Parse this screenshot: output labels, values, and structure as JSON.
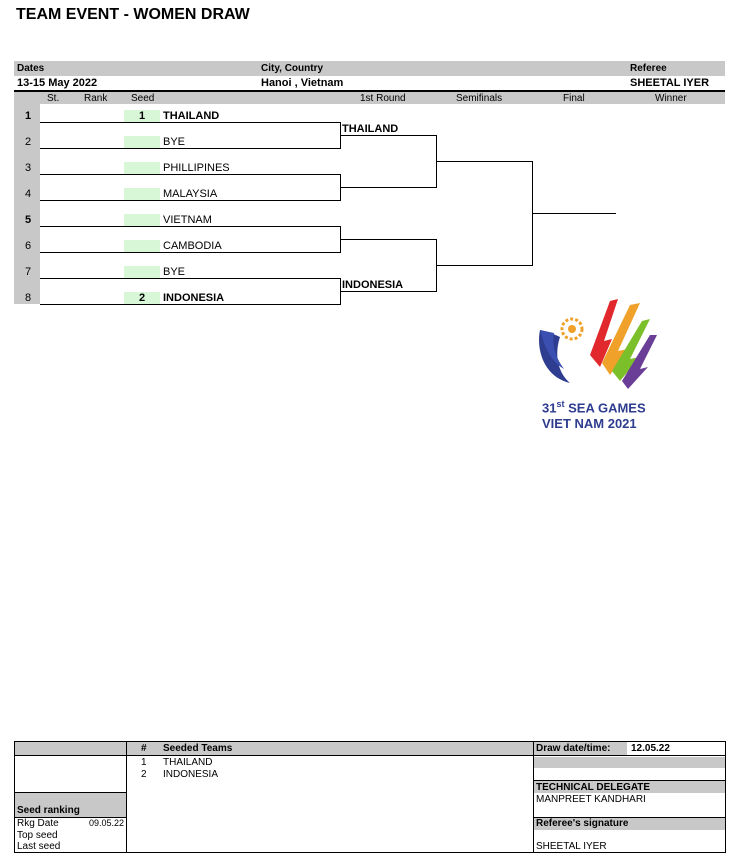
{
  "title": "TEAM EVENT - WOMEN DRAW",
  "header": {
    "dates_label": "Dates",
    "dates_value": "13-15 May 2022",
    "city_label": "City, Country",
    "city_value": "Hanoi , Vietnam",
    "referee_label": "Referee",
    "referee_value": "SHEETAL IYER"
  },
  "columns": {
    "st": "St.",
    "rank": "Rank",
    "seed": "Seed",
    "round1": "1st Round",
    "semis": "Semifinals",
    "final": "Final",
    "winner": "Winner"
  },
  "slots": [
    {
      "num": "1",
      "seed": "1",
      "team": "THAILAND"
    },
    {
      "num": "2",
      "seed": "",
      "team": "BYE"
    },
    {
      "num": "3",
      "seed": "",
      "team": "PHILLIPINES"
    },
    {
      "num": "4",
      "seed": "",
      "team": "MALAYSIA"
    },
    {
      "num": "5",
      "seed": "",
      "team": "VIETNAM"
    },
    {
      "num": "6",
      "seed": "",
      "team": "CAMBODIA"
    },
    {
      "num": "7",
      "seed": "",
      "team": "BYE"
    },
    {
      "num": "8",
      "seed": "2",
      "team": "INDONESIA"
    }
  ],
  "round1_results": [
    "THAILAND",
    "",
    "",
    "INDONESIA"
  ],
  "logo": {
    "line1_num": "31",
    "line1_sup": "st",
    "line1_text": "SEA GAMES",
    "line2": "VIET NAM 2021"
  },
  "footer": {
    "hash": "#",
    "seeded_title": "Seeded Teams",
    "seeded": [
      {
        "n": "1",
        "team": "THAILAND"
      },
      {
        "n": "2",
        "team": "INDONESIA"
      }
    ],
    "seed_ranking": "Seed ranking",
    "rkg_date_label": "Rkg Date",
    "rkg_date_value": "09.05.22",
    "top_seed": "Top seed",
    "last_seed": "Last seed",
    "draw_date_label": "Draw date/time:",
    "draw_date_value": "12.05.22",
    "tech_delegate_label": "TECHNICAL DELEGATE",
    "tech_delegate_value": "MANPREET KANDHARI",
    "ref_sig_label": "Referee's signature",
    "ref_sig_value": "SHEETAL IYER"
  },
  "colors": {
    "gray": "#c8c8c8",
    "seed_green": "#d7f7d7",
    "logo_blue": "#2e3d8f",
    "logo_orange": "#f0a12a",
    "logo_red": "#e0282d",
    "logo_green": "#7bbf2a",
    "logo_purple": "#6a3d97"
  }
}
